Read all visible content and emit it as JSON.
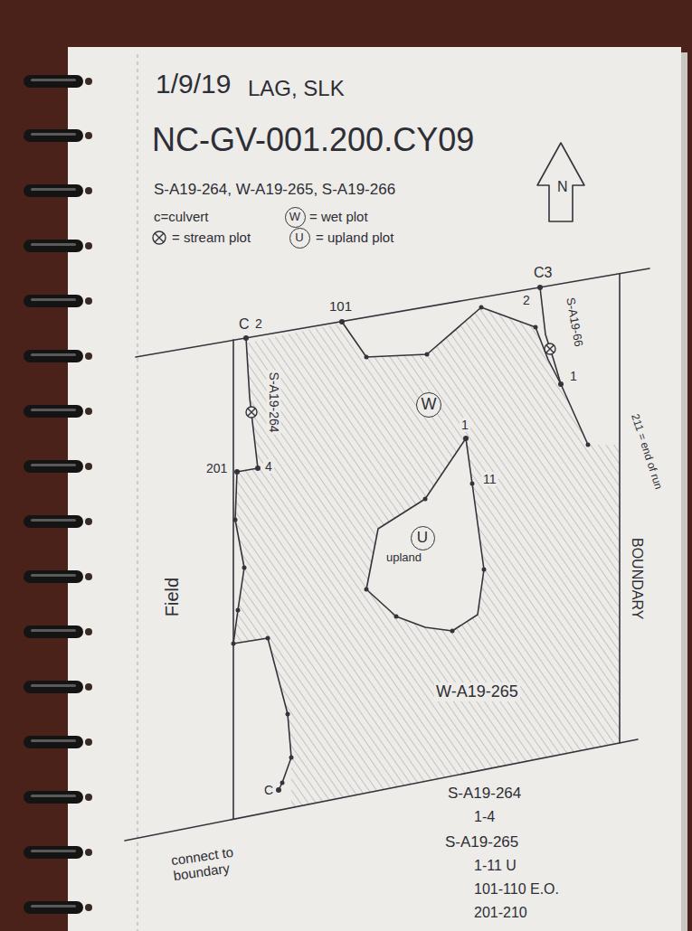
{
  "diagram": {
    "title": "NC-GV-001.200.CY09",
    "nodes": [
      {
        "text": [
          "W"
        ]
      },
      {
        "text": [
          "U"
        ]
      },
      {
        "text": [
          "W"
        ]
      },
      {
        "text": [
          "U"
        ]
      }
    ],
    "labels": [
      "1/9/19",
      "LAG, SLK",
      "S-A19-264, W-A19-265, S-A19-266",
      "c=culvert",
      "= wet plot",
      "= stream plot",
      "= upland plot",
      "N",
      "C",
      "2",
      "S-A19-264",
      "101",
      "C3",
      "2",
      "S-A19-66",
      "1",
      "1",
      "11",
      "201",
      "4",
      "upland",
      "211 = end of run",
      "BOUNDARY",
      "Field",
      "W-A19-265",
      "C",
      "connect to boundary",
      "S-A19-264",
      "1-4",
      "S-A19-265",
      "1-11 U",
      "101-110 E.O.",
      "201-210"
    ]
  }
}
